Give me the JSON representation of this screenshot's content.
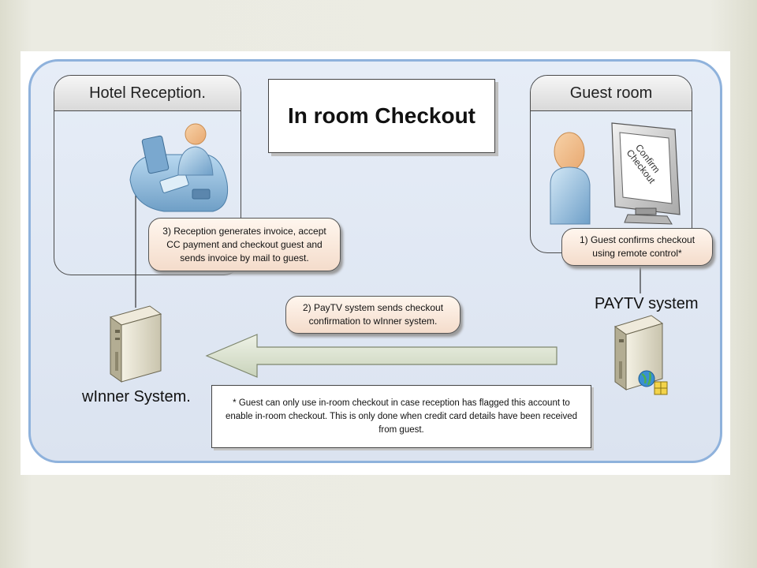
{
  "diagram": {
    "title": "In room Checkout",
    "rooms": {
      "reception": "Hotel Reception.",
      "guest": "Guest room"
    },
    "screen_text": [
      "Confirm",
      "Checkout"
    ],
    "callouts": {
      "step1": "1) Guest confirms checkout using remote control*",
      "step2": "2) PayTV system sends checkout confirmation to wInner system.",
      "step3": "3) Reception generates invoice, accept CC payment and checkout guest and sends invoice by mail to guest."
    },
    "systems": {
      "paytv": "PAYTV system",
      "winner": "wInner System."
    },
    "footnote": "* Guest can only use in-room checkout in case reception has flagged this account to enable in-room checkout. This is only done when credit card details have been received from guest."
  },
  "colors": {
    "outer_border": "#8fb2dc",
    "callout_fill": "#f4dccb",
    "arrow_fill": "#d8e0cc"
  }
}
